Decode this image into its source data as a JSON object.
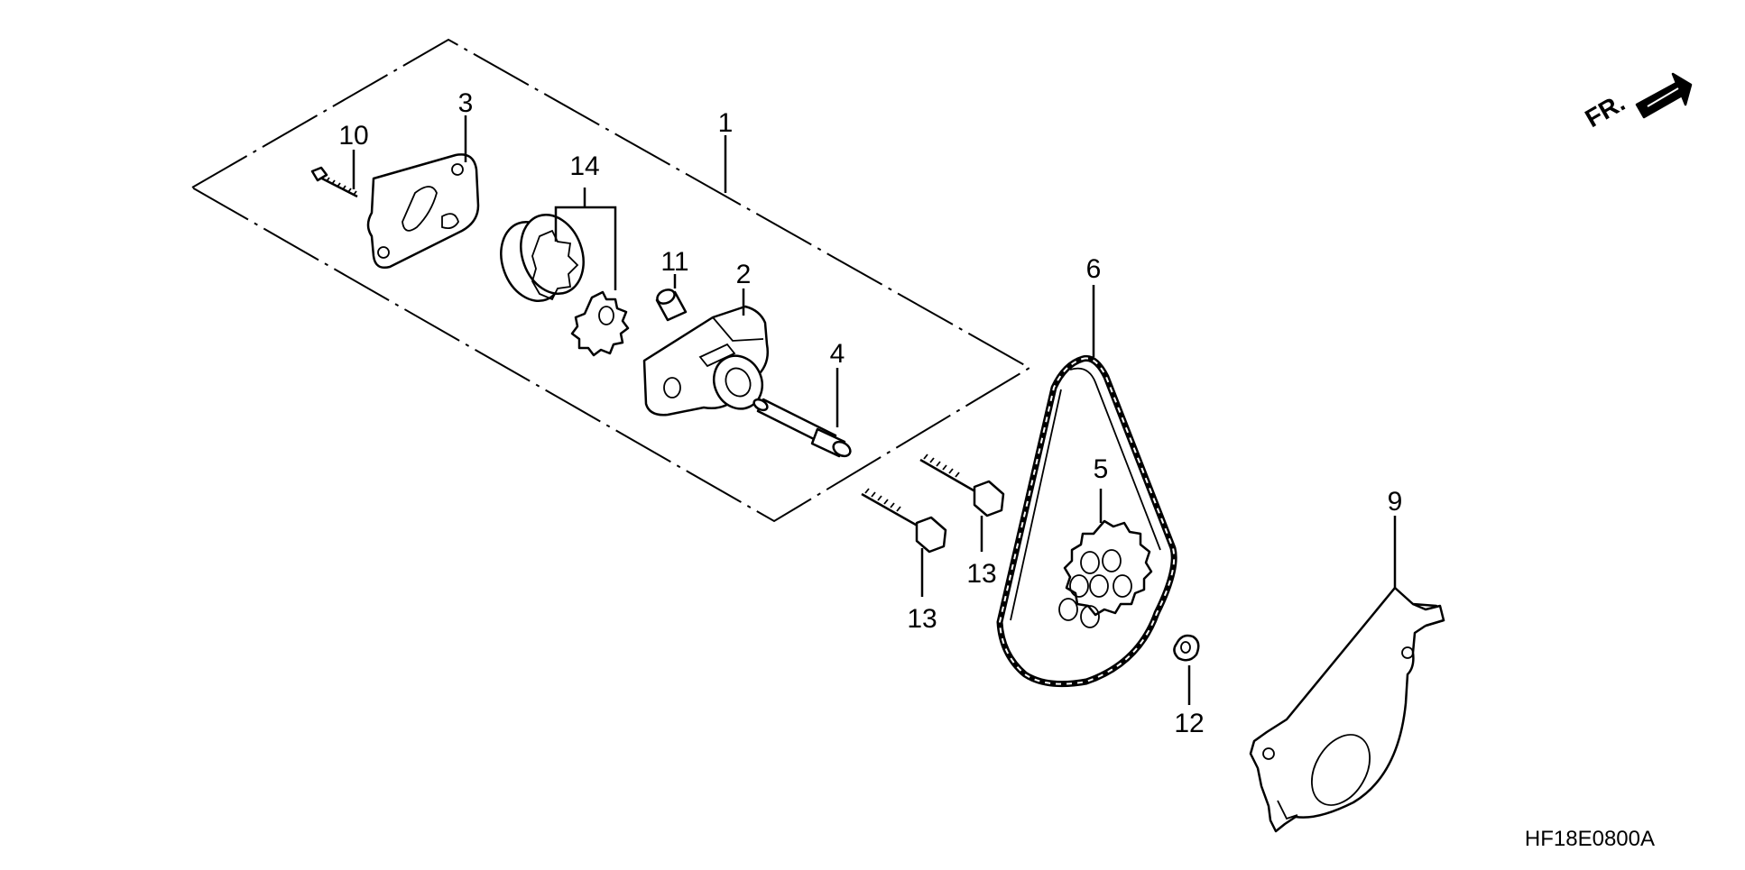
{
  "diagram": {
    "direction_marker": "FR.",
    "figure_code": "HF18E0800A",
    "callouts": [
      {
        "id": "1",
        "text": "1"
      },
      {
        "id": "2",
        "text": "2"
      },
      {
        "id": "3",
        "text": "3"
      },
      {
        "id": "4",
        "text": "4"
      },
      {
        "id": "5",
        "text": "5"
      },
      {
        "id": "6",
        "text": "6"
      },
      {
        "id": "9",
        "text": "9"
      },
      {
        "id": "10",
        "text": "10"
      },
      {
        "id": "11",
        "text": "11"
      },
      {
        "id": "12",
        "text": "12"
      },
      {
        "id": "13a",
        "text": "13"
      },
      {
        "id": "13b",
        "text": "13"
      },
      {
        "id": "14",
        "text": "14"
      }
    ]
  }
}
